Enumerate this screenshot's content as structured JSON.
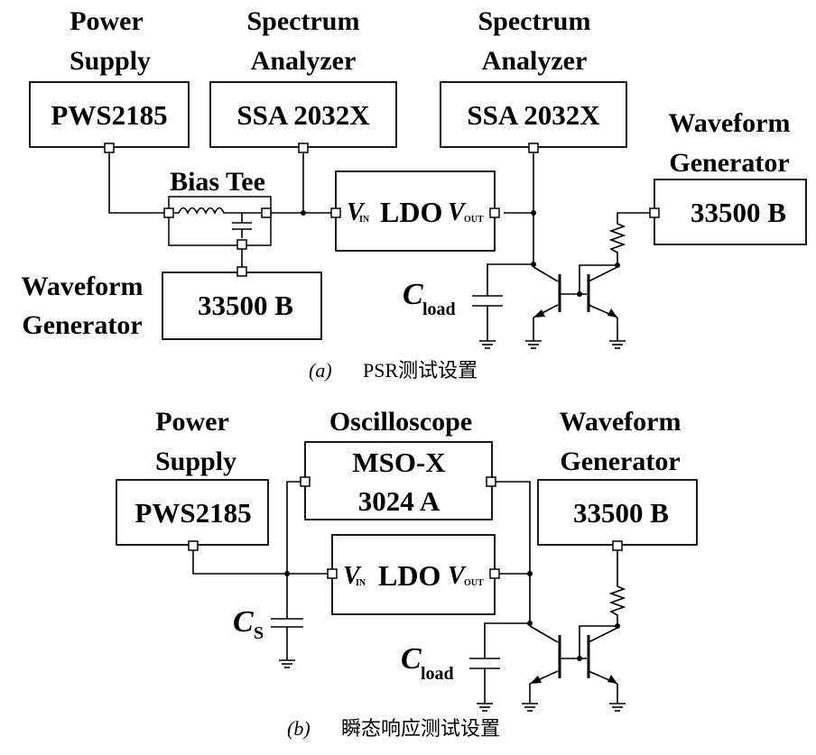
{
  "part_a": {
    "power_supply_label": [
      "Power",
      "Supply"
    ],
    "power_supply_model": "PWS2185",
    "spectrum_analyzer_1_label": [
      "Spectrum",
      "Analyzer"
    ],
    "spectrum_analyzer_1_model": "SSA 2032X",
    "spectrum_analyzer_2_label": [
      "Spectrum",
      "Analyzer"
    ],
    "spectrum_analyzer_2_model": "SSA 2032X",
    "waveform_generator_right_label": [
      "Waveform",
      "Generator"
    ],
    "waveform_generator_right_model": "33500 B",
    "bias_tee_label": "Bias Tee",
    "waveform_generator_bottom_label": [
      "Waveform",
      "Generator"
    ],
    "waveform_generator_bottom_model": "33500 B",
    "ldo_label": "LDO",
    "vin_symbol": "V",
    "vin_subscript": "IN",
    "vout_symbol": "V",
    "vout_subscript": "OUT",
    "cload_symbol": "C",
    "cload_subscript": "load",
    "caption_index": "(a)",
    "caption_text": "PSR测试设置"
  },
  "part_b": {
    "power_supply_label": [
      "Power",
      "Supply"
    ],
    "power_supply_model": "PWS2185",
    "oscilloscope_label": "Oscilloscope",
    "oscilloscope_model": [
      "MSO-X",
      "3024 A"
    ],
    "waveform_generator_label": [
      "Waveform",
      "Generator"
    ],
    "waveform_generator_model": "33500 B",
    "ldo_label": "LDO",
    "vin_symbol": "V",
    "vin_subscript": "IN",
    "vout_symbol": "V",
    "vout_subscript": "OUT",
    "cs_symbol": "C",
    "cs_subscript": "S",
    "cload_symbol": "C",
    "cload_subscript": "load",
    "caption_index": "(b)",
    "caption_text": "瞬态响应测试设置"
  }
}
